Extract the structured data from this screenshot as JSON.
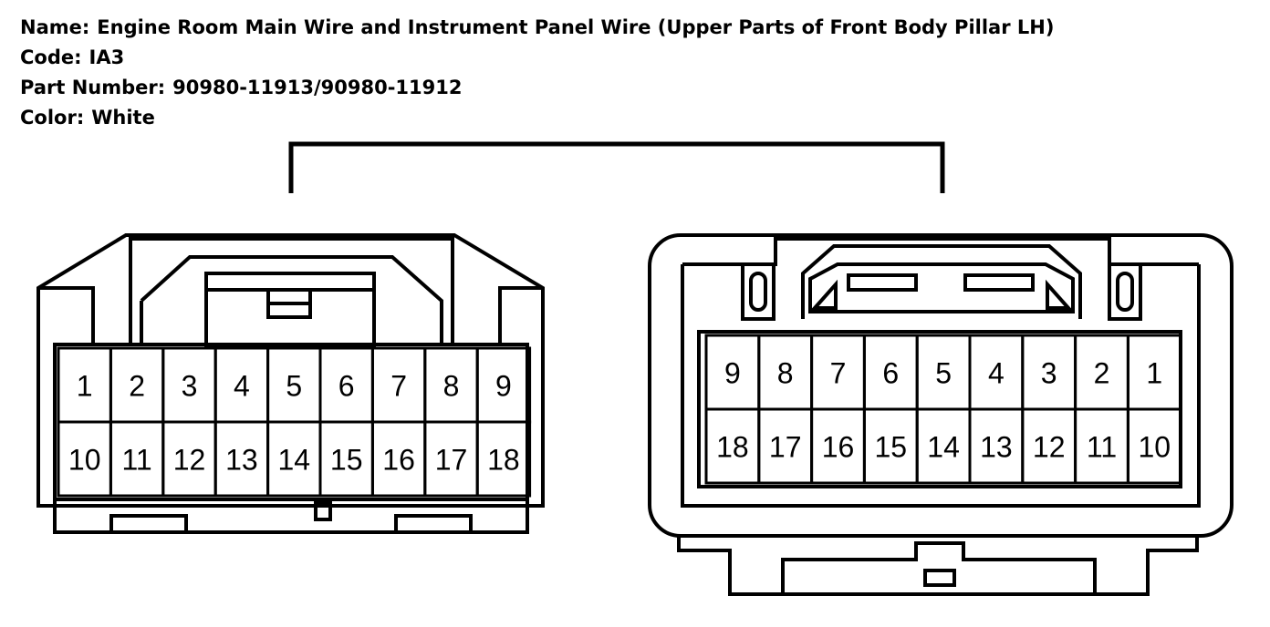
{
  "info": {
    "name": {
      "label": "Name:",
      "value": "Engine Room Main Wire and Instrument Panel Wire (Upper Parts of Front Body Pillar LH)"
    },
    "code": {
      "label": "Code:",
      "value": "IA3"
    },
    "part_number": {
      "label": "Part Number:",
      "value": "90980-11913/90980-11912"
    },
    "color": {
      "label": "Color:",
      "value": "White"
    }
  },
  "left_connector": {
    "top_row": [
      "1",
      "2",
      "3",
      "4",
      "5",
      "6",
      "7",
      "8",
      "9"
    ],
    "bottom_row": [
      "10",
      "11",
      "12",
      "13",
      "14",
      "15",
      "16",
      "17",
      "18"
    ]
  },
  "right_connector": {
    "top_row": [
      "9",
      "8",
      "7",
      "6",
      "5",
      "4",
      "3",
      "2",
      "1"
    ],
    "bottom_row": [
      "18",
      "17",
      "16",
      "15",
      "14",
      "13",
      "12",
      "11",
      "10"
    ]
  }
}
